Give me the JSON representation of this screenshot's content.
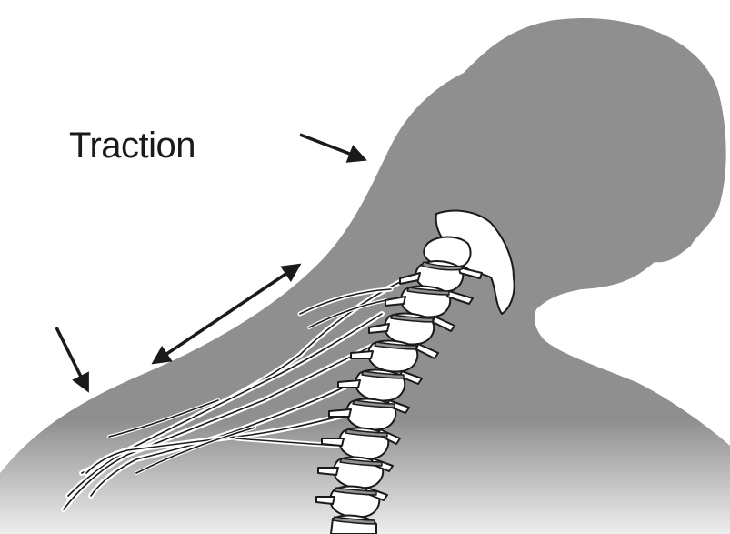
{
  "label": "Traction",
  "colors": {
    "silhouette": "#8f8f8f",
    "bone": "#ffffff",
    "outline": "#1a1a1a",
    "background": "#ffffff"
  },
  "arrows": [
    {
      "name": "arrow-neck-traction",
      "kind": "single-headed"
    },
    {
      "name": "arrow-plexus-stretch",
      "kind": "double-headed"
    },
    {
      "name": "arrow-shoulder-depression",
      "kind": "single-headed"
    }
  ]
}
